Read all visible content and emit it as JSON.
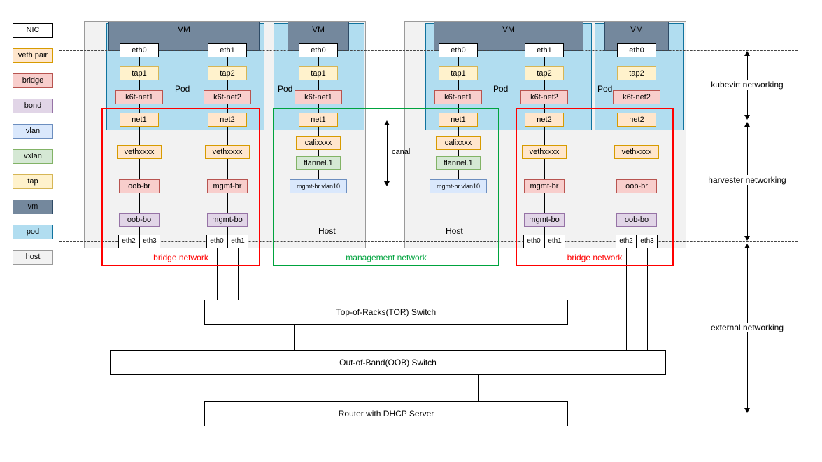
{
  "legend": [
    {
      "label": "NIC",
      "type": "nic"
    },
    {
      "label": "veth pair",
      "type": "veth"
    },
    {
      "label": "bridge",
      "type": "bridge"
    },
    {
      "label": "bond",
      "type": "bond"
    },
    {
      "label": "vlan",
      "type": "vlan"
    },
    {
      "label": "vxlan",
      "type": "vxlan"
    },
    {
      "label": "tap",
      "type": "tap"
    },
    {
      "label": "vm",
      "type": "vm"
    },
    {
      "label": "pod",
      "type": "pod"
    },
    {
      "label": "host",
      "type": "host"
    }
  ],
  "palette": {
    "nic": {
      "fill": "#ffffff",
      "stroke": "#000000"
    },
    "veth": {
      "fill": "#ffe6cc",
      "stroke": "#d79b00"
    },
    "bridge": {
      "fill": "#f8cecc",
      "stroke": "#b85450"
    },
    "bond": {
      "fill": "#e1d5e7",
      "stroke": "#9673a6"
    },
    "vlan": {
      "fill": "#dae8fc",
      "stroke": "#6c8ebf"
    },
    "vxlan": {
      "fill": "#d5e8d4",
      "stroke": "#82b366"
    },
    "tap": {
      "fill": "#fff2cc",
      "stroke": "#d6b656"
    },
    "vm": {
      "fill": "#74889d",
      "stroke": "#2e4b66"
    },
    "pod": {
      "fill": "#b1ddf0",
      "stroke": "#10739e"
    },
    "host": {
      "fill": "#f2f2f2",
      "stroke": "#9a9a9a"
    }
  },
  "vm_labels": [
    "VM",
    "VM",
    "VM",
    "VM"
  ],
  "pod_labels": [
    "Pod",
    "Pod",
    "Pod",
    "Pod"
  ],
  "host_labels": [
    "Host",
    "Host"
  ],
  "columns": [
    {
      "name": "host1-oob-path",
      "stack": [
        {
          "label": "eth0",
          "type": "nic",
          "row": "eth"
        },
        {
          "label": "tap1",
          "type": "tap",
          "row": "tap"
        },
        {
          "label": "k6t-net1",
          "type": "bridge",
          "row": "k6t"
        },
        {
          "label": "net1",
          "type": "veth",
          "row": "net"
        },
        {
          "label": "vethxxxx",
          "type": "veth",
          "row": "veth"
        },
        {
          "label": "oob-br",
          "type": "bridge",
          "row": "br"
        },
        {
          "label": "oob-bo",
          "type": "bond",
          "row": "bo"
        }
      ],
      "bottom_nics": [
        "eth2",
        "eth3"
      ]
    },
    {
      "name": "host1-mgmt-path",
      "stack": [
        {
          "label": "eth1",
          "type": "nic",
          "row": "eth"
        },
        {
          "label": "tap2",
          "type": "tap",
          "row": "tap"
        },
        {
          "label": "k6t-net2",
          "type": "bridge",
          "row": "k6t"
        },
        {
          "label": "net2",
          "type": "veth",
          "row": "net"
        },
        {
          "label": "vethxxxx",
          "type": "veth",
          "row": "veth"
        },
        {
          "label": "mgmt-br",
          "type": "bridge",
          "row": "br"
        },
        {
          "label": "mgmt-bo",
          "type": "bond",
          "row": "bo"
        }
      ],
      "bottom_nics": [
        "eth0",
        "eth1"
      ]
    },
    {
      "name": "host1-canal-path",
      "stack": [
        {
          "label": "eth0",
          "type": "nic",
          "row": "eth"
        },
        {
          "label": "tap1",
          "type": "tap",
          "row": "tap"
        },
        {
          "label": "k6t-net1",
          "type": "bridge",
          "row": "k6t"
        },
        {
          "label": "net1",
          "type": "veth",
          "row": "net"
        },
        {
          "label": "calixxxx",
          "type": "veth",
          "row": "cali"
        },
        {
          "label": "flannel.1",
          "type": "vxlan",
          "row": "flannel"
        },
        {
          "label": "mgmt-br.vlan10",
          "type": "vlan",
          "row": "vlan10"
        }
      ]
    },
    {
      "name": "host2-canal-path",
      "stack": [
        {
          "label": "eth0",
          "type": "nic",
          "row": "eth"
        },
        {
          "label": "tap1",
          "type": "tap",
          "row": "tap"
        },
        {
          "label": "k6t-net1",
          "type": "bridge",
          "row": "k6t"
        },
        {
          "label": "net1",
          "type": "veth",
          "row": "net"
        },
        {
          "label": "calixxxx",
          "type": "veth",
          "row": "cali"
        },
        {
          "label": "flannel.1",
          "type": "vxlan",
          "row": "flannel"
        },
        {
          "label": "mgmt-br.vlan10",
          "type": "vlan",
          "row": "vlan10"
        }
      ]
    },
    {
      "name": "host2-mgmt-path",
      "stack": [
        {
          "label": "eth1",
          "type": "nic",
          "row": "eth"
        },
        {
          "label": "tap2",
          "type": "tap",
          "row": "tap"
        },
        {
          "label": "k6t-net2",
          "type": "bridge",
          "row": "k6t"
        },
        {
          "label": "net2",
          "type": "veth",
          "row": "net"
        },
        {
          "label": "vethxxxx",
          "type": "veth",
          "row": "veth"
        },
        {
          "label": "mgmt-br",
          "type": "bridge",
          "row": "br"
        },
        {
          "label": "mgmt-bo",
          "type": "bond",
          "row": "bo"
        }
      ],
      "bottom_nics": [
        "eth0",
        "eth1"
      ]
    },
    {
      "name": "host2-oob-path",
      "stack": [
        {
          "label": "eth0",
          "type": "nic",
          "row": "eth"
        },
        {
          "label": "tap2",
          "type": "tap",
          "row": "tap"
        },
        {
          "label": "k6t-net2",
          "type": "bridge",
          "row": "k6t"
        },
        {
          "label": "net2",
          "type": "veth",
          "row": "net"
        },
        {
          "label": "vethxxxx",
          "type": "veth",
          "row": "veth"
        },
        {
          "label": "oob-br",
          "type": "bridge",
          "row": "br"
        },
        {
          "label": "oob-bo",
          "type": "bond",
          "row": "bo"
        }
      ],
      "bottom_nics": [
        "eth2",
        "eth3"
      ]
    }
  ],
  "network_overlays": [
    {
      "label": "bridge network",
      "color": "#ff0000"
    },
    {
      "label": "management network",
      "color": "#00a33e"
    },
    {
      "label": "bridge network",
      "color": "#ff0000"
    }
  ],
  "canal": {
    "label": "canal"
  },
  "switches": [
    {
      "label": "Top-of-Racks(TOR) Switch"
    },
    {
      "label": "Out-of-Band(OOB) Switch"
    },
    {
      "label": "Router with DHCP Server"
    }
  ],
  "sections": [
    {
      "label": "kubevirt networking"
    },
    {
      "label": "harvester networking"
    },
    {
      "label": "external networking"
    }
  ]
}
